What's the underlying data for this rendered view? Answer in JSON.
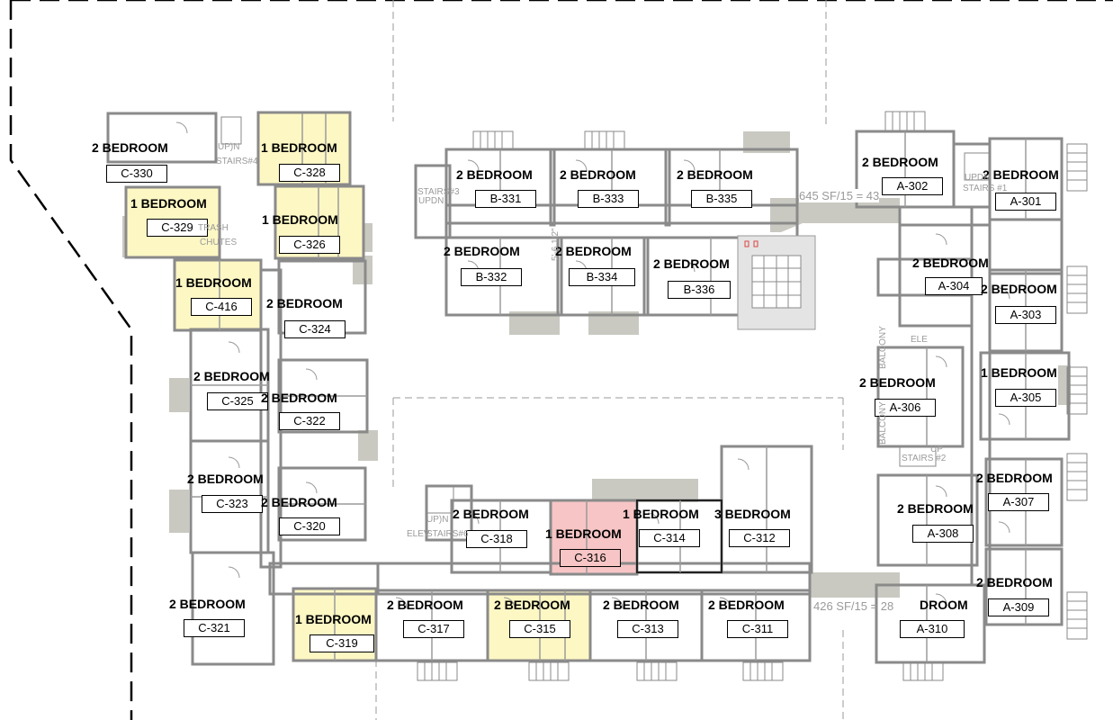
{
  "colors": {
    "wall": "#8a8a8a",
    "one_bedroom_fill": "#fdf7c4",
    "selected_fill": "#f7c5c5",
    "shade_fill": "#c9c9c2",
    "dash": "#000000"
  },
  "units": [
    {
      "type": "2 BEDROOM",
      "number": "C-330",
      "status": "normal"
    },
    {
      "type": "1 BEDROOM",
      "number": "C-328",
      "status": "one-bed"
    },
    {
      "type": "1 BEDROOM",
      "number": "C-329",
      "status": "one-bed"
    },
    {
      "type": "1 BEDROOM",
      "number": "C-326",
      "status": "one-bed"
    },
    {
      "type": "1 BEDROOM",
      "number": "C-416",
      "status": "one-bed"
    },
    {
      "type": "2 BEDROOM",
      "number": "C-324",
      "status": "normal"
    },
    {
      "type": "2 BEDROOM",
      "number": "C-325",
      "status": "normal"
    },
    {
      "type": "2 BEDROOM",
      "number": "C-322",
      "status": "normal"
    },
    {
      "type": "2 BEDROOM",
      "number": "C-323",
      "status": "normal"
    },
    {
      "type": "2 BEDROOM",
      "number": "C-320",
      "status": "normal"
    },
    {
      "type": "2 BEDROOM",
      "number": "C-321",
      "status": "normal"
    },
    {
      "type": "1 BEDROOM",
      "number": "C-319",
      "status": "one-bed"
    },
    {
      "type": "2 BEDROOM",
      "number": "C-317",
      "status": "normal"
    },
    {
      "type": "2 BEDROOM",
      "number": "C-315",
      "status": "one-bed"
    },
    {
      "type": "2 BEDROOM",
      "number": "C-313",
      "status": "normal"
    },
    {
      "type": "2 BEDROOM",
      "number": "C-311",
      "status": "normal"
    },
    {
      "type": "2 BEDROOM",
      "number": "C-318",
      "status": "normal"
    },
    {
      "type": "1 BEDROOM",
      "number": "C-316",
      "status": "selected"
    },
    {
      "type": "1 BEDROOM",
      "number": "C-314",
      "status": "normal"
    },
    {
      "type": "3 BEDROOM",
      "number": "C-312",
      "status": "normal"
    },
    {
      "type": "2 BEDROOM",
      "number": "B-331",
      "status": "normal"
    },
    {
      "type": "2 BEDROOM",
      "number": "B-333",
      "status": "normal"
    },
    {
      "type": "2 BEDROOM",
      "number": "B-335",
      "status": "normal"
    },
    {
      "type": "2 BEDROOM",
      "number": "B-332",
      "status": "normal"
    },
    {
      "type": "2 BEDROOM",
      "number": "B-334",
      "status": "normal"
    },
    {
      "type": "2 BEDROOM",
      "number": "B-336",
      "status": "normal"
    },
    {
      "type": "2 BEDROOM",
      "number": "A-302",
      "status": "normal"
    },
    {
      "type": "2 BEDROOM",
      "number": "A-301",
      "status": "normal"
    },
    {
      "type": "2 BEDROOM",
      "number": "A-304",
      "status": "normal"
    },
    {
      "type": "2 BEDROOM",
      "number": "A-303",
      "status": "normal"
    },
    {
      "type": "2 BEDROOM",
      "number": "A-306",
      "status": "normal"
    },
    {
      "type": "1 BEDROOM",
      "number": "A-305",
      "status": "normal"
    },
    {
      "type": "2 BEDROOM",
      "number": "A-307",
      "status": "normal"
    },
    {
      "type": "2 BEDROOM",
      "number": "A-308",
      "status": "normal"
    },
    {
      "type": "2 BEDROOM",
      "number": "A-309",
      "status": "normal"
    },
    {
      "type": "DROOM",
      "number": "A-310",
      "status": "normal"
    }
  ],
  "notes": {
    "area_north": "645 SF/15 = 43",
    "area_south": "426 SF/15 = 28",
    "stairs_4": "STAIRS#4",
    "stairs_3": "STAIRS#3",
    "stairs_1": "STAIRS #1",
    "stairs_2": "STAIRS #2",
    "stairs_6": "STAIRS#6",
    "up_dn": "UPDN",
    "up_n": "UP)N",
    "up": "UP",
    "trash": "TRASH",
    "chutes": "CHUTES",
    "elev": "ELEV",
    "elev_b": "ELE",
    "balcony_1": "BALCONY",
    "balcony_2": "BALCONY",
    "dim": "5'-6 1/2\""
  }
}
